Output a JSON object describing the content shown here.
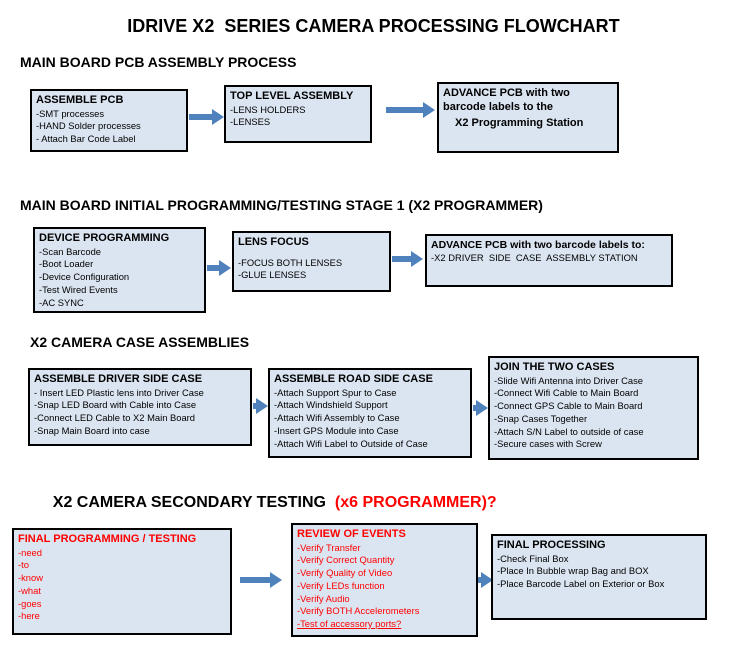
{
  "title": "IDRIVE X2  SERIES CAMERA PROCESSING FLOWCHART",
  "colors": {
    "box_background": "#dbe5f1",
    "box_border": "#000000",
    "arrow": "#4f81bd",
    "red_text": "#ff0000"
  },
  "sections": [
    {
      "heading": "MAIN BOARD PCB ASSEMBLY PROCESS",
      "boxes": [
        {
          "title": "ASSEMBLE PCB",
          "lines": [
            "-SMT processes",
            "-HAND Solder processes",
            "- Attach Bar Code Label"
          ]
        },
        {
          "title": "TOP LEVEL ASSEMBLY",
          "lines": [
            "-LENS HOLDERS",
            "-LENSES"
          ]
        },
        {
          "title": "ADVANCE PCB with two barcode labels to the",
          "title2": "X2 Programming Station",
          "lines": []
        }
      ]
    },
    {
      "heading": "MAIN BOARD INITIAL PROGRAMMING/TESTING STAGE 1 (X2 PROGRAMMER)",
      "boxes": [
        {
          "title": "DEVICE PROGRAMMING",
          "lines": [
            "-Scan Barcode",
            "-Boot Loader",
            "-Device Configuration",
            "-Test Wired Events",
            "-AC SYNC"
          ]
        },
        {
          "title": "LENS FOCUS",
          "lines": [
            "-FOCUS BOTH LENSES",
            "-GLUE LENSES"
          ]
        },
        {
          "title": "ADVANCE PCB with two barcode labels to:",
          "lines": [
            "-X2 DRIVER  SIDE  CASE  ASSEMBLY STATION"
          ]
        }
      ]
    },
    {
      "heading": "X2 CAMERA CASE ASSEMBLIES",
      "boxes": [
        {
          "title": "ASSEMBLE DRIVER SIDE CASE",
          "lines": [
            "- Insert LED Plastic lens into Driver Case",
            "-Snap LED Board with Cable into Case",
            "-Connect LED Cable to X2 Main Board",
            "-Snap Main Board into case"
          ]
        },
        {
          "title": "ASSEMBLE ROAD SIDE CASE",
          "lines": [
            "-Attach Support Spur to Case",
            "-Attach Windshield Support",
            "-Attach Wifi Assembly to Case",
            "-Insert GPS Module into Case",
            "-Attach Wifi Label to Outside of Case"
          ]
        },
        {
          "title": "JOIN THE TWO CASES",
          "lines": [
            "-Slide Wifi Antenna into Driver Case",
            "-Connect Wifi Cable to Main Board",
            "-Connect GPS Cable to Main Board",
            "-Snap Cases Together",
            "-Attach S/N Label to outside of case",
            "-Secure cases with Screw"
          ]
        }
      ]
    },
    {
      "heading": "X2 CAMERA SECONDARY TESTING  ",
      "heading_red": "(x6 PROGRAMMER)?",
      "boxes": [
        {
          "title": "FINAL PROGRAMMING / TESTING",
          "lines": [
            "-need",
            "-to",
            "-know",
            "-what",
            "-goes",
            "-here"
          ]
        },
        {
          "title": "REVIEW OF EVENTS",
          "lines": [
            "-Verify Transfer",
            "-Verify Correct Quantity",
            "-Verify Quality of Video",
            "-Verify LEDs function",
            "-Verify Audio",
            "-Verify BOTH Accelerometers",
            "-Test of accessory ports?"
          ]
        },
        {
          "title": "FINAL PROCESSING",
          "lines": [
            "-Check Final Box",
            "-Place In Bubble wrap Bag and BOX",
            "-Place Barcode Label on Exterior or Box"
          ]
        }
      ]
    }
  ]
}
